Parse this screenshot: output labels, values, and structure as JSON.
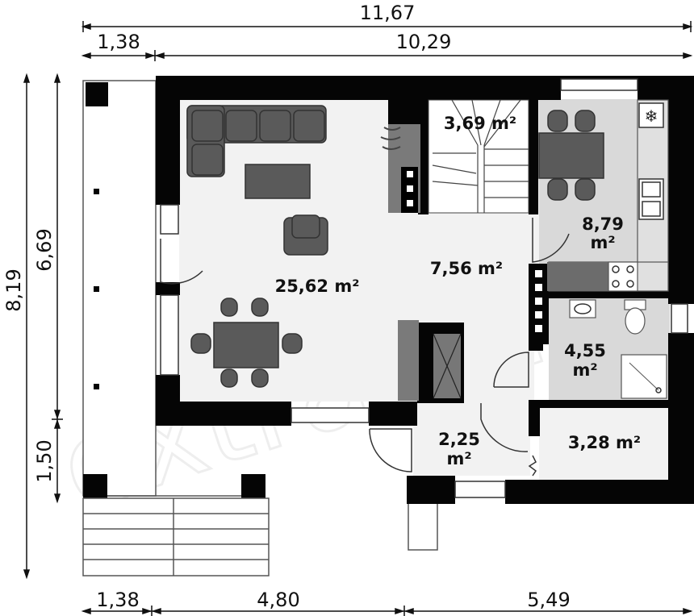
{
  "dimensions": {
    "top_total": "11,67",
    "top_left": "1,38",
    "top_right": "10,29",
    "left_total": "8,19",
    "left_upper": "6,69",
    "left_lower": "1,50",
    "bottom_left": "1,38",
    "bottom_mid": "4,80",
    "bottom_right": "5,49"
  },
  "rooms": {
    "living": "25,62 m²",
    "stairs": "3,69 m²",
    "kitchen_value": "8,79",
    "kitchen_unit": "m²",
    "hall": "7,56 m²",
    "bathroom_value": "4,55",
    "bathroom_unit": "m²",
    "vestibule_value": "2,25",
    "vestibule_unit": "m²",
    "utility": "3,28 m²"
  },
  "icons": {
    "snowflake": "❄"
  }
}
